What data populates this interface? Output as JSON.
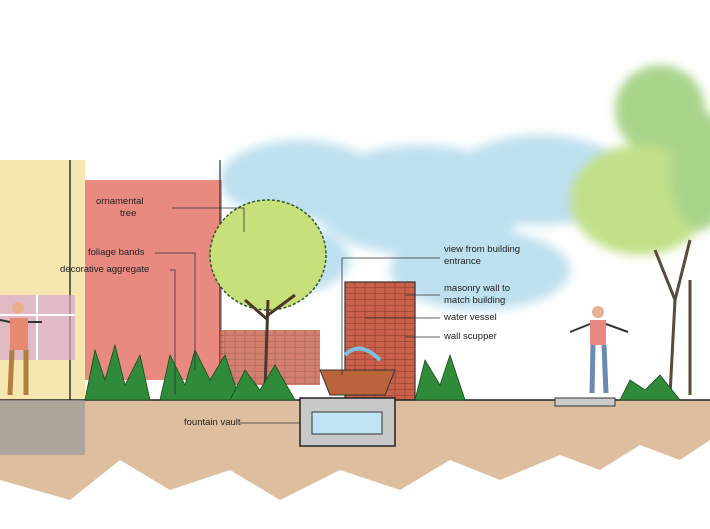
{
  "labels": {
    "ornamental_tree_1": "ornamental",
    "ornamental_tree_2": "tree",
    "foliage_bands": "foliage bands",
    "decorative_aggregate": "decorative aggregate",
    "view_1": "view from building",
    "view_2": "entrance",
    "masonry_1": "masonry wall to",
    "masonry_2": "match building",
    "water_vessel": "water vessel",
    "wall_scupper": "wall scupper",
    "fountain_vault": "fountain vault"
  },
  "colors": {
    "sky": "#a9d6ea",
    "ground": "#ddbfa0",
    "red_building": "#e88a80",
    "yellow_building": "#f6e7b0",
    "foliage": "#2f8a3a",
    "tree_canopy": "#c8e07a",
    "brick": "#c8604a"
  }
}
